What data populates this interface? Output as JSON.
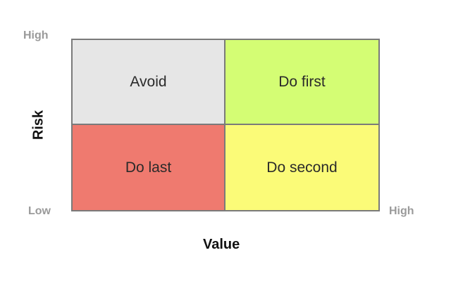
{
  "matrix": {
    "quadrants": {
      "top_left": {
        "label": "Avoid",
        "color": "#e6e6e6"
      },
      "top_right": {
        "label": "Do first",
        "color": "#d4fd74"
      },
      "bottom_left": {
        "label": "Do last",
        "color": "#ef7a6f"
      },
      "bottom_right": {
        "label": "Do second",
        "color": "#fbfb78"
      }
    },
    "border_color": "#7a7a7a"
  },
  "axes": {
    "x": {
      "label": "Value",
      "high": "High"
    },
    "y": {
      "label": "Risk",
      "high": "High"
    },
    "origin_label": "Low"
  }
}
